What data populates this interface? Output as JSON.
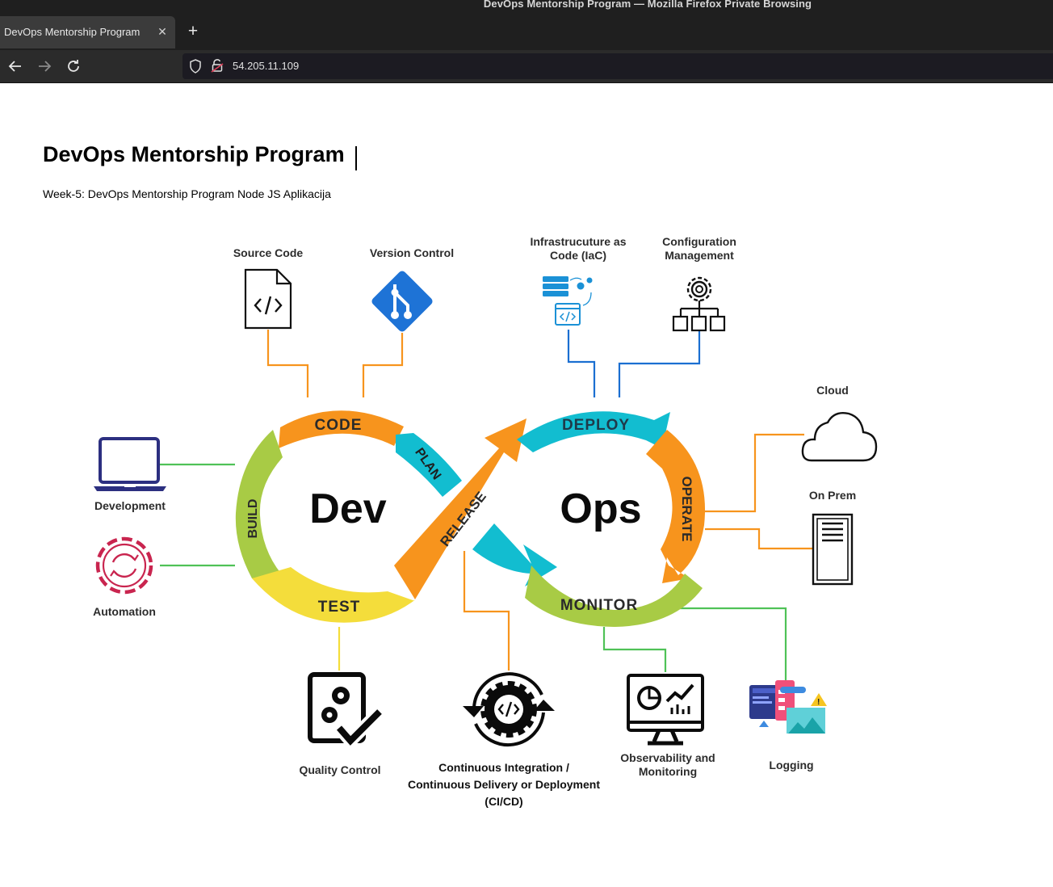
{
  "browser": {
    "window_title": "DevOps Mentorship Program — Mozilla Firefox Private Browsing",
    "tab_title": "DevOps Mentorship Program",
    "url": "54.205.11.109",
    "icons": {
      "tab_close": "close-icon",
      "new_tab": "plus-icon",
      "back": "arrow-left-icon",
      "forward": "arrow-right-icon",
      "reload": "reload-icon",
      "tracking_protection": "shield-icon",
      "insecure_connection": "unlocked-padlock-icon"
    }
  },
  "page": {
    "title": "DevOps Mentorship Program",
    "subtitle": "Week-5: DevOps Mentorship Program Node JS Aplikacija"
  },
  "diagram": {
    "loop": {
      "left_word": "Dev",
      "right_word": "Ops",
      "stages": {
        "code": "CODE",
        "plan": "PLAN",
        "build": "BUILD",
        "test": "TEST",
        "release": "RELEASE",
        "deploy": "DEPLOY",
        "operate": "OPERATE",
        "monitor": "MONITOR"
      }
    },
    "labels": {
      "source_code": "Source Code",
      "version_control": "Version Control",
      "iac_line1": "Infrastrucuture as",
      "iac_line2": "Code (IaC)",
      "config_line1": "Configuration",
      "config_line2": "Management",
      "cloud": "Cloud",
      "on_prem": "On Prem",
      "development": "Development",
      "automation": "Automation",
      "quality_control": "Quality Control",
      "cicd_line1": "Continuous Integration /",
      "cicd_line2": "Continuous Delivery or Deployment",
      "cicd_line3": "(CI/CD)",
      "observability_line1": "Observability and",
      "observability_line2": "Monitoring",
      "logging": "Logging"
    },
    "colors": {
      "orange": "#f7941d",
      "teal": "#12bdd0",
      "lime": "#a8cb45",
      "yellow": "#f4dd3b",
      "green_connector": "#4fc257",
      "blue_connector": "#1b6fd1",
      "git_blue": "#1e73d6",
      "laptop_navy": "#2c2f80",
      "automation_red": "#c9254f"
    }
  }
}
